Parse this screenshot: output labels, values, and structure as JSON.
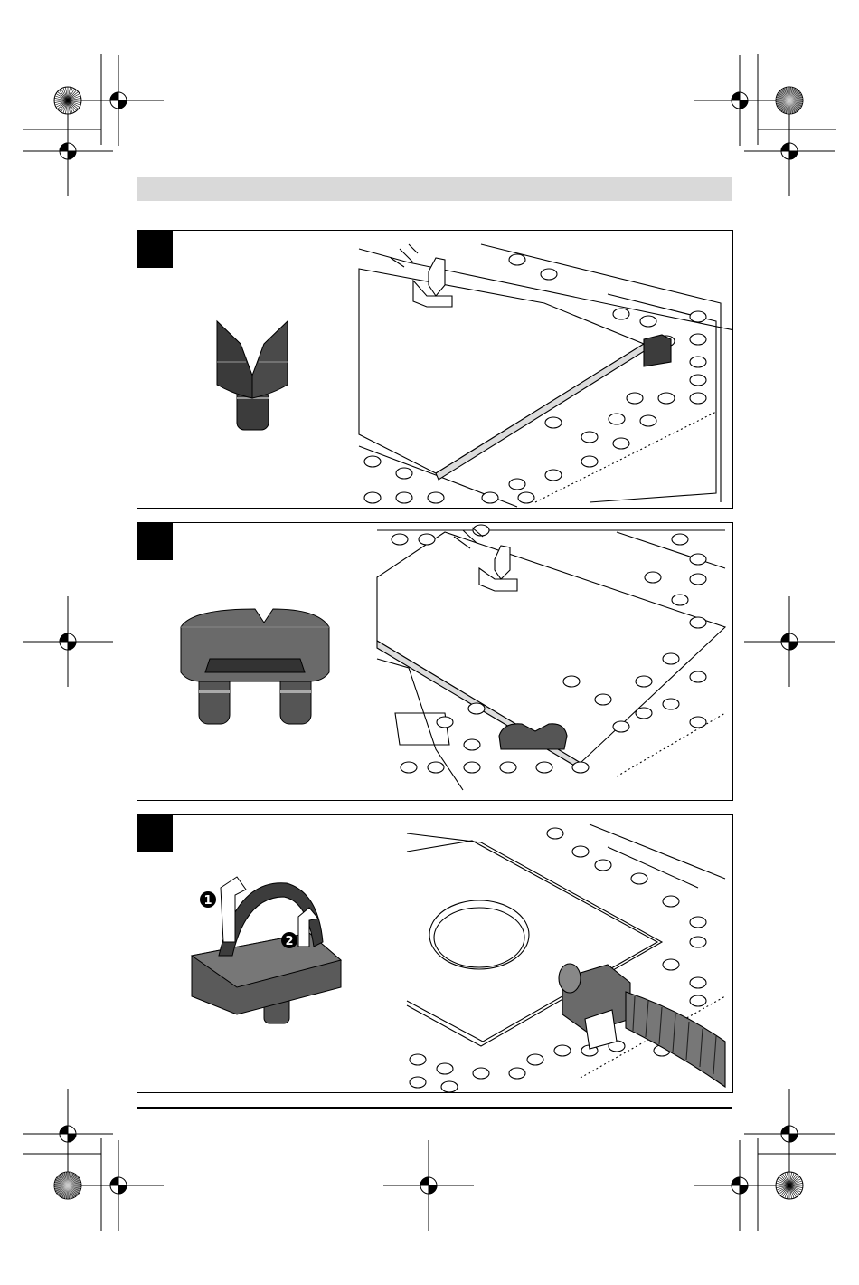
{
  "page": {
    "header_band": "",
    "figures": [
      {
        "id": "figure-1",
        "tab_label": ""
      },
      {
        "id": "figure-2",
        "tab_label": ""
      },
      {
        "id": "figure-3",
        "tab_label": "",
        "callouts": [
          "1",
          "2"
        ]
      }
    ]
  },
  "colors": {
    "header_band": "#d9d9d9",
    "part_dark": "#3c3c3c",
    "part_mid": "#6a6a6a",
    "line": "#000000"
  }
}
